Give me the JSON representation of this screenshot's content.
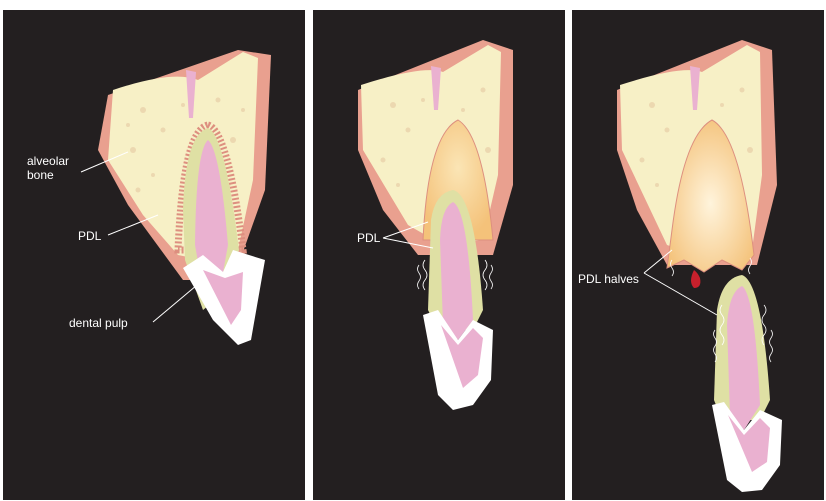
{
  "panels": [
    {
      "labels": {
        "alveolar_line1": "alveolar",
        "alveolar_line2": "bone",
        "pdl": "PDL",
        "pulp": "dental pulp"
      }
    },
    {
      "labels": {
        "pdl": "PDL"
      }
    },
    {
      "labels": {
        "pdl_halves": "PDL halves"
      }
    }
  ],
  "colors": {
    "background": "#231f20",
    "bone": "#f7f0c6",
    "bone_speckle": "#ecd8b0",
    "gingiva": "#e9a08f",
    "ligament_edge": "#dd8f7f",
    "dentin": "#dfe0a4",
    "pulp": "#eab1d0",
    "enamel": "#ffffff",
    "socket_glow": "#f4c27a",
    "blood": "#c8202c"
  }
}
